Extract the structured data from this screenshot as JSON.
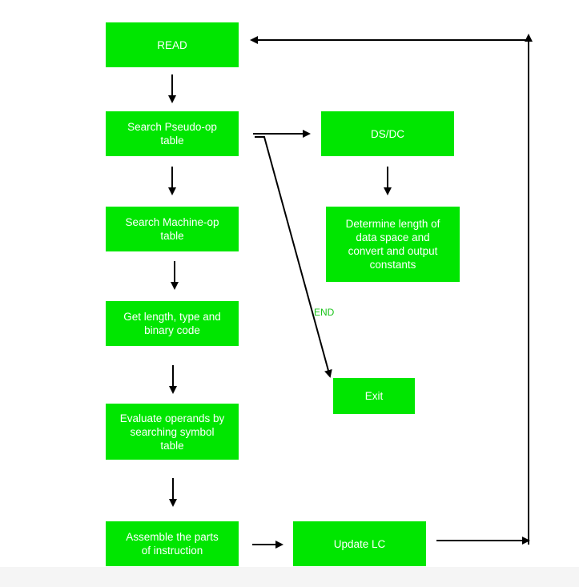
{
  "colors": {
    "box_fill": "#00e600",
    "box_text": "#ffffff",
    "edge": "#000000",
    "edge_label": "#19c419"
  },
  "nodes": {
    "read": "READ",
    "search_pseudo_op": "Search Pseudo-op\ntable",
    "search_machine_op": "Search Machine-op\ntable",
    "get_length": "Get length, type and\nbinary code",
    "evaluate_operands": "Evaluate operands by\nsearching symbol\ntable",
    "assemble_parts": "Assemble the parts\nof instruction",
    "update_lc": "Update LC",
    "ds_dc": "DS/DC",
    "determine_length": "Determine length of\ndata space and\nconvert and output\nconstants",
    "exit": "Exit"
  },
  "edges": {
    "end_label": "END"
  }
}
